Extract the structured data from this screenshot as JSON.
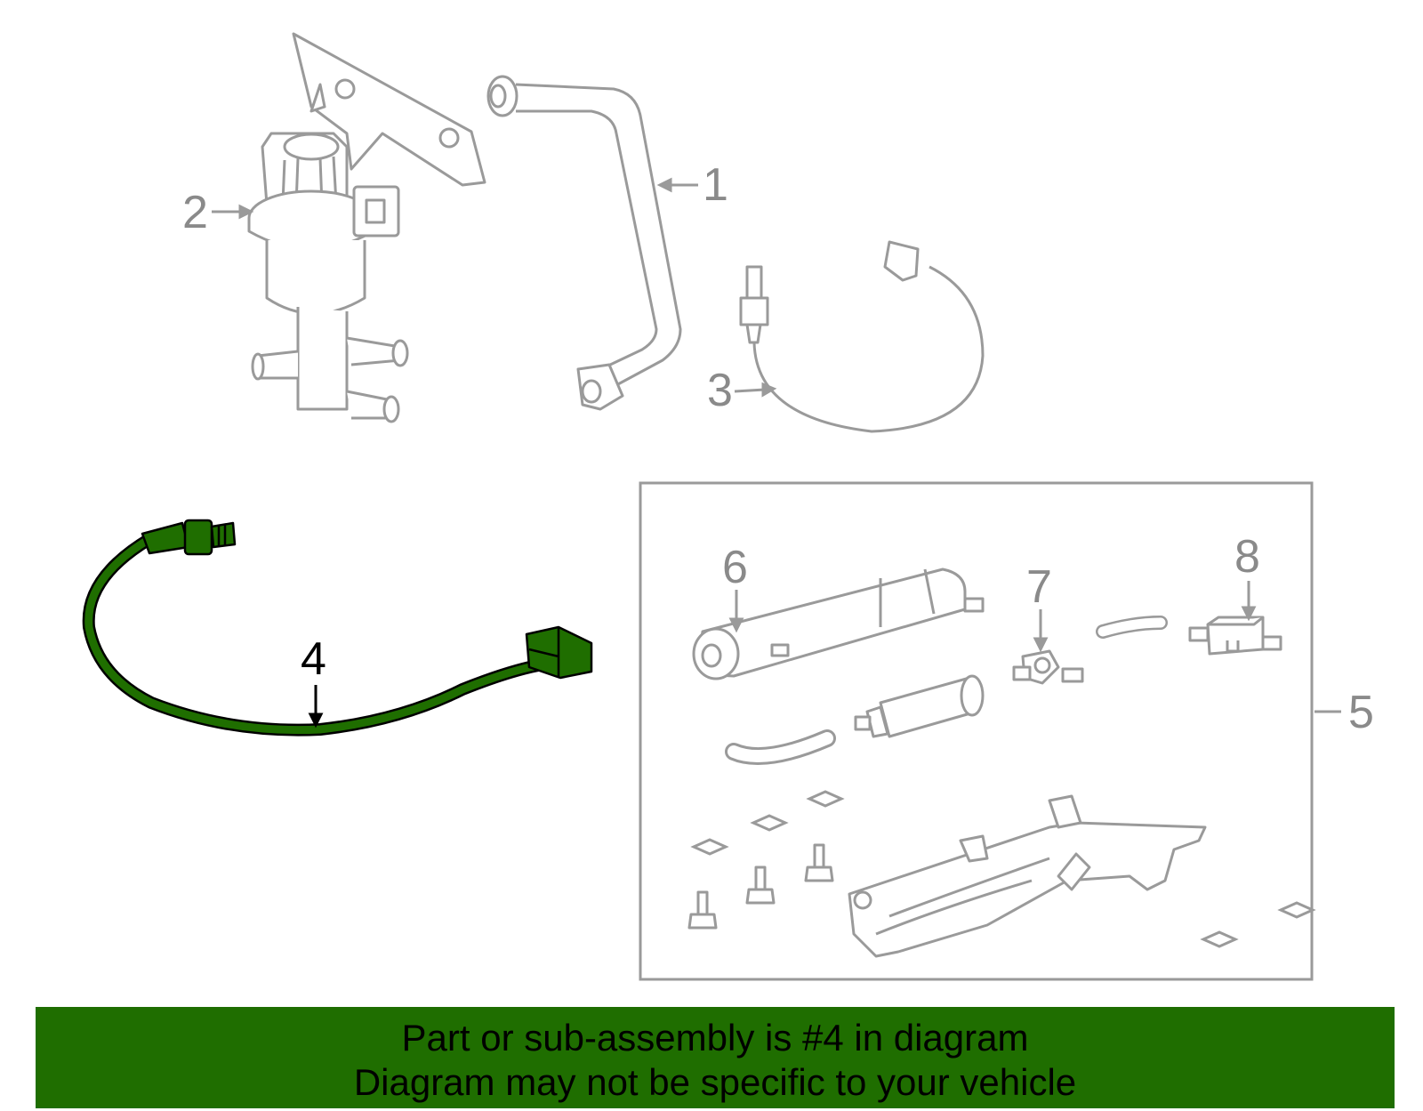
{
  "diagram": {
    "callouts": [
      "1",
      "2",
      "3",
      "4",
      "5",
      "6",
      "7",
      "8"
    ],
    "highlighted_callout": "4",
    "colors": {
      "line": "#9a9a9a",
      "highlight_fill": "#1f6e00",
      "highlight_stroke": "#000000",
      "banner_bg": "#1f6e00"
    }
  },
  "banner": {
    "line1": "Part or sub-assembly is #4 in diagram",
    "line2": "Diagram may not be specific to your vehicle"
  }
}
